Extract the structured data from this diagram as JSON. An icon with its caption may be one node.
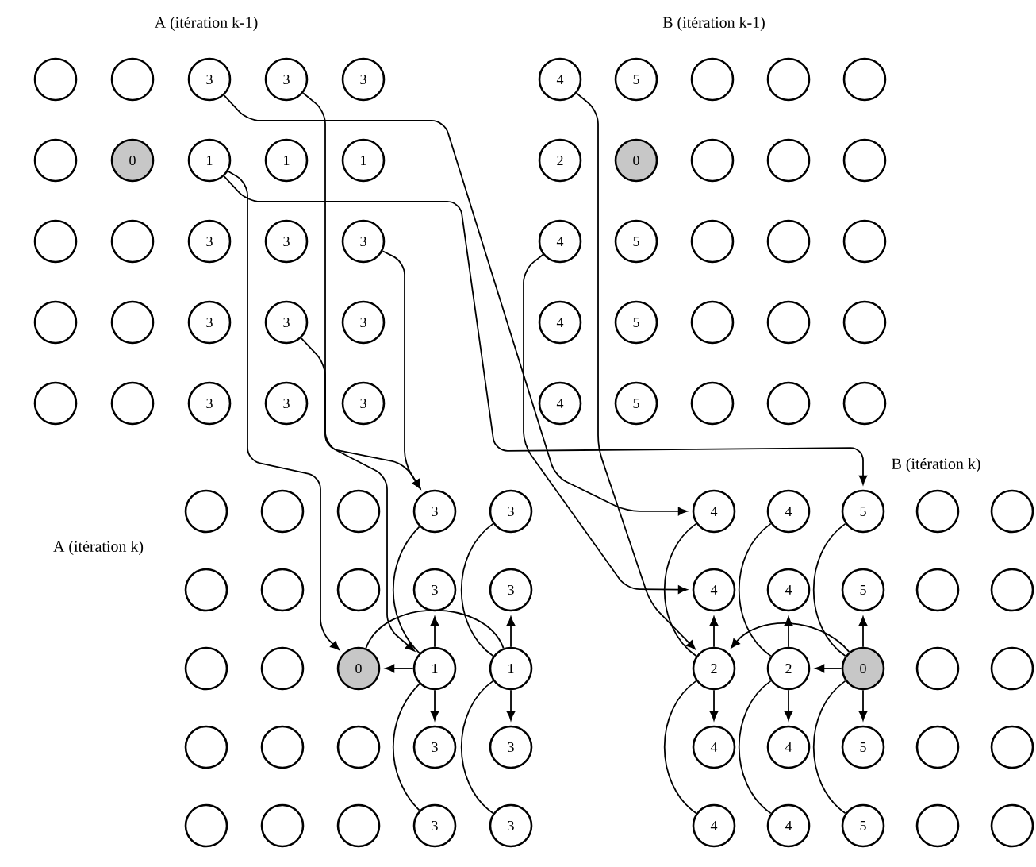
{
  "diagram": {
    "nodes": [
      {
        "text": [],
        "shape": "circle"
      },
      {
        "text": [],
        "shape": "circle"
      },
      {
        "text": [
          "3"
        ]
      },
      {
        "text": [
          "3"
        ]
      },
      {
        "text": [
          "3"
        ]
      },
      {
        "text": [],
        "shape": "circle"
      },
      {
        "text": [
          "0"
        ]
      },
      {
        "text": [
          "1"
        ]
      },
      {
        "text": [
          "1"
        ]
      },
      {
        "text": [
          "1"
        ]
      },
      {
        "text": [],
        "shape": "circle"
      },
      {
        "text": [],
        "shape": "circle"
      },
      {
        "text": [
          "3"
        ]
      },
      {
        "text": [
          "3"
        ]
      },
      {
        "text": [
          "3"
        ]
      },
      {
        "text": [],
        "shape": "circle"
      },
      {
        "text": [],
        "shape": "circle"
      },
      {
        "text": [
          "3"
        ]
      },
      {
        "text": [
          "3"
        ]
      },
      {
        "text": [
          "3"
        ]
      },
      {
        "text": [],
        "shape": "circle"
      },
      {
        "text": [],
        "shape": "circle"
      },
      {
        "text": [
          "3"
        ]
      },
      {
        "text": [
          "3"
        ]
      },
      {
        "text": [
          "3"
        ]
      },
      {
        "text": [
          "4"
        ]
      },
      {
        "text": [
          "5"
        ]
      },
      {
        "text": [],
        "shape": "circle"
      },
      {
        "text": [],
        "shape": "circle"
      },
      {
        "text": [],
        "shape": "circle"
      },
      {
        "text": [
          "2"
        ]
      },
      {
        "text": [
          "0"
        ]
      },
      {
        "text": [],
        "shape": "circle"
      },
      {
        "text": [],
        "shape": "circle"
      },
      {
        "text": [],
        "shape": "circle"
      },
      {
        "text": [
          "4"
        ]
      },
      {
        "text": [
          "5"
        ]
      },
      {
        "text": [],
        "shape": "circle"
      },
      {
        "text": [],
        "shape": "circle"
      },
      {
        "text": [],
        "shape": "circle"
      },
      {
        "text": [
          "4"
        ]
      },
      {
        "text": [
          "5"
        ]
      },
      {
        "text": [],
        "shape": "circle"
      },
      {
        "text": [],
        "shape": "circle"
      },
      {
        "text": [],
        "shape": "circle"
      },
      {
        "text": [
          "4"
        ]
      },
      {
        "text": [
          "5"
        ]
      },
      {
        "text": [],
        "shape": "circle"
      },
      {
        "text": [],
        "shape": "circle"
      },
      {
        "text": [],
        "shape": "circle"
      },
      {
        "text": [],
        "shape": "circle"
      },
      {
        "text": [],
        "shape": "circle"
      },
      {
        "text": [],
        "shape": "circle"
      },
      {
        "text": [
          "3"
        ]
      },
      {
        "text": [
          "3"
        ]
      },
      {
        "text": [],
        "shape": "circle"
      },
      {
        "text": [],
        "shape": "circle"
      },
      {
        "text": [],
        "shape": "circle"
      },
      {
        "text": [
          "3"
        ]
      },
      {
        "text": [
          "3"
        ]
      },
      {
        "text": [],
        "shape": "circle"
      },
      {
        "text": [],
        "shape": "circle"
      },
      {
        "text": [
          "0"
        ]
      },
      {
        "text": [
          "1"
        ]
      },
      {
        "text": [
          "1"
        ]
      },
      {
        "text": [],
        "shape": "circle"
      },
      {
        "text": [],
        "shape": "circle"
      },
      {
        "text": [],
        "shape": "circle"
      },
      {
        "text": [
          "3"
        ]
      },
      {
        "text": [
          "3"
        ]
      },
      {
        "text": [],
        "shape": "circle"
      },
      {
        "text": [],
        "shape": "circle"
      },
      {
        "text": [],
        "shape": "circle"
      },
      {
        "text": [
          "3"
        ]
      },
      {
        "text": [
          "3"
        ]
      },
      {
        "text": [
          "4"
        ]
      },
      {
        "text": [
          "4"
        ]
      },
      {
        "text": [
          "5"
        ]
      },
      {
        "text": [],
        "shape": "circle"
      },
      {
        "text": [],
        "shape": "circle"
      },
      {
        "text": [
          "4"
        ]
      },
      {
        "text": [
          "4"
        ]
      },
      {
        "text": [
          "5"
        ]
      },
      {
        "text": [],
        "shape": "circle"
      },
      {
        "text": [],
        "shape": "circle"
      },
      {
        "text": [
          "2"
        ]
      },
      {
        "text": [
          "2"
        ]
      },
      {
        "text": [
          "0"
        ]
      },
      {
        "text": [],
        "shape": "circle"
      },
      {
        "text": [],
        "shape": "circle"
      },
      {
        "text": [
          "4"
        ]
      },
      {
        "text": [
          "4"
        ]
      },
      {
        "text": [
          "5"
        ]
      },
      {
        "text": [],
        "shape": "circle"
      },
      {
        "text": [],
        "shape": "circle"
      },
      {
        "text": [
          "4"
        ]
      },
      {
        "text": [
          "4"
        ]
      },
      {
        "text": [
          "5"
        ]
      },
      {
        "text": [],
        "shape": "circle"
      },
      {
        "text": [],
        "shape": "circle"
      }
    ],
    "edges": [
      {
        "from": 63,
        "to": 62,
        "arrow": "to"
      },
      {
        "from": 63,
        "to": 58,
        "arrow": "to"
      },
      {
        "from": 63,
        "to": 68,
        "arrow": "to"
      },
      {
        "from": 64,
        "to": 59,
        "arrow": "to"
      },
      {
        "from": 64,
        "to": 69,
        "arrow": "to"
      },
      {
        "from": 53,
        "to": 63,
        "arrow": "none"
      },
      {
        "from": 54,
        "to": 64,
        "arrow": "none"
      },
      {
        "from": 73,
        "to": 63,
        "arrow": "none"
      },
      {
        "from": 74,
        "to": 64,
        "arrow": "none"
      },
      {
        "from": 64,
        "to": 62,
        "arrow": "none"
      },
      {
        "from": 87,
        "to": 86,
        "arrow": "to"
      },
      {
        "from": 87,
        "to": 85,
        "arrow": "to"
      },
      {
        "from": 85,
        "to": 80,
        "arrow": "to"
      },
      {
        "from": 85,
        "to": 90,
        "arrow": "to"
      },
      {
        "from": 86,
        "to": 81,
        "arrow": "to"
      },
      {
        "from": 86,
        "to": 91,
        "arrow": "to"
      },
      {
        "from": 87,
        "to": 82,
        "arrow": "to"
      },
      {
        "from": 87,
        "to": 92,
        "arrow": "to"
      },
      {
        "from": 75,
        "to": 85,
        "arrow": "none"
      },
      {
        "from": 76,
        "to": 86,
        "arrow": "none"
      },
      {
        "from": 77,
        "to": 87,
        "arrow": "none"
      },
      {
        "from": 95,
        "to": 85,
        "arrow": "none"
      },
      {
        "from": 96,
        "to": 86,
        "arrow": "none"
      },
      {
        "from": 97,
        "to": 87,
        "arrow": "none"
      },
      {
        "from": 7,
        "to": 62,
        "arrow": "to"
      },
      {
        "from": 3,
        "to": 63,
        "arrow": "to"
      },
      {
        "from": 18,
        "to": 53,
        "arrow": "to"
      },
      {
        "from": 14,
        "to": 53,
        "arrow": "to"
      },
      {
        "from": 25,
        "to": 85,
        "arrow": "to"
      },
      {
        "from": 35,
        "to": 80,
        "arrow": "to"
      },
      {
        "from": 2,
        "to": 75,
        "arrow": "to"
      },
      {
        "from": 7,
        "to": 77,
        "arrow": "to"
      }
    ],
    "labels": [
      "A (itération k-1)",
      "B (itération k-1)",
      "A (itération k)",
      "B (itération k)"
    ]
  }
}
